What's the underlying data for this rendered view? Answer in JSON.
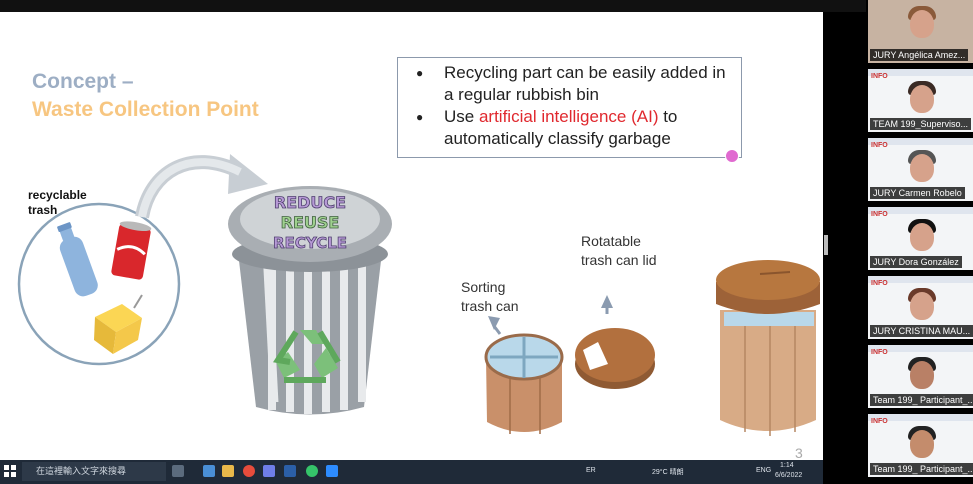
{
  "slide": {
    "title_line1": "Concept –",
    "title_line2": "Waste Collection Point",
    "bullets": {
      "b1": "Recycling part can be easily added in a regular rubbish bin",
      "b2_pre": "Use ",
      "b2_red": "artificial intelligence (AI)",
      "b2_post": " to automatically classify garbage"
    },
    "recyclable_label": "recyclable trash",
    "bin_text": [
      "REDUCE",
      "REUSE",
      "RECYCLE"
    ],
    "sorting_label": "Sorting trash can",
    "lid_label": "Rotatable trash can lid",
    "page_number": "3"
  },
  "participants": [
    {
      "name": "JURY Angélica Amez..."
    },
    {
      "name": "TEAM 199_Superviso..."
    },
    {
      "name": "JURY Carmen  Robelo"
    },
    {
      "name": "JURY Dora González"
    },
    {
      "name": "JURY CRISTINA MAU..."
    },
    {
      "name": "Team 199_ Participant_..."
    },
    {
      "name": "Team 199_ Participant_..."
    }
  ],
  "taskbar": {
    "search_placeholder": "在這裡輸入文字來搜尋",
    "lang_indicator": "ER",
    "weather": "29°C 晴朗",
    "lang": "ENG",
    "time": "1:14",
    "date": "6/6/2022"
  },
  "colors": {
    "title_grey": "#9daec4",
    "title_orange": "#f7c681",
    "ai_red": "#e0282e",
    "wood": "#c98f66",
    "highlight_green": "#7fd37f"
  }
}
